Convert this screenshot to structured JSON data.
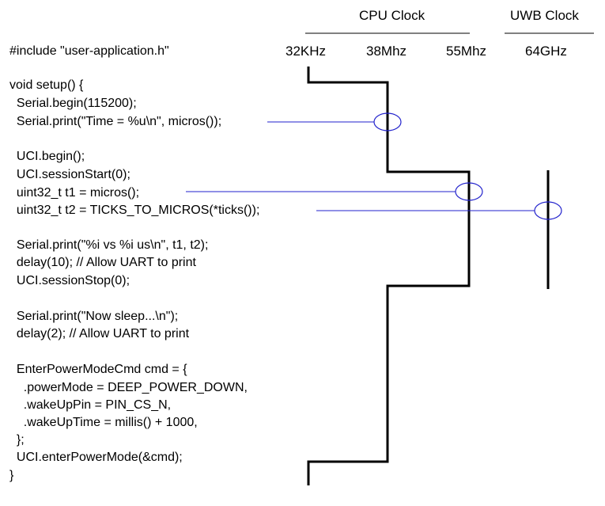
{
  "headers": {
    "cpu_clock": "CPU Clock",
    "uwb_clock": "UWB Clock"
  },
  "frequencies": {
    "f32khz": "32KHz",
    "f38mhz": "38Mhz",
    "f55mhz": "55Mhz",
    "f64ghz": "64GHz"
  },
  "include_line": "#include \"user-application.h\"",
  "code_lines": [
    "void setup() {",
    "  Serial.begin(115200);",
    "  Serial.print(\"Time = %u\\n\", micros());",
    "",
    "  UCI.begin();",
    "  UCI.sessionStart(0);",
    "  uint32_t t1 = micros();",
    "  uint32_t t2 = TICKS_TO_MICROS(*ticks());",
    "",
    "  Serial.print(\"%i vs %i us\\n\", t1, t2);",
    "  delay(10); // Allow UART to print",
    "  UCI.sessionStop(0);",
    "",
    "  Serial.print(\"Now sleep...\\n\");",
    "  delay(2); // Allow UART to print",
    "",
    "  EnterPowerModeCmd cmd = {",
    "    .powerMode = DEEP_POWER_DOWN,",
    "    .wakeUpPin = PIN_CS_N,",
    "    .wakeUpTime = millis() + 1000,",
    "  };",
    "  UCI.enterPowerMode(&cmd);",
    "}"
  ],
  "colors": {
    "annotation": "#2222cc",
    "trace": "#000000"
  }
}
